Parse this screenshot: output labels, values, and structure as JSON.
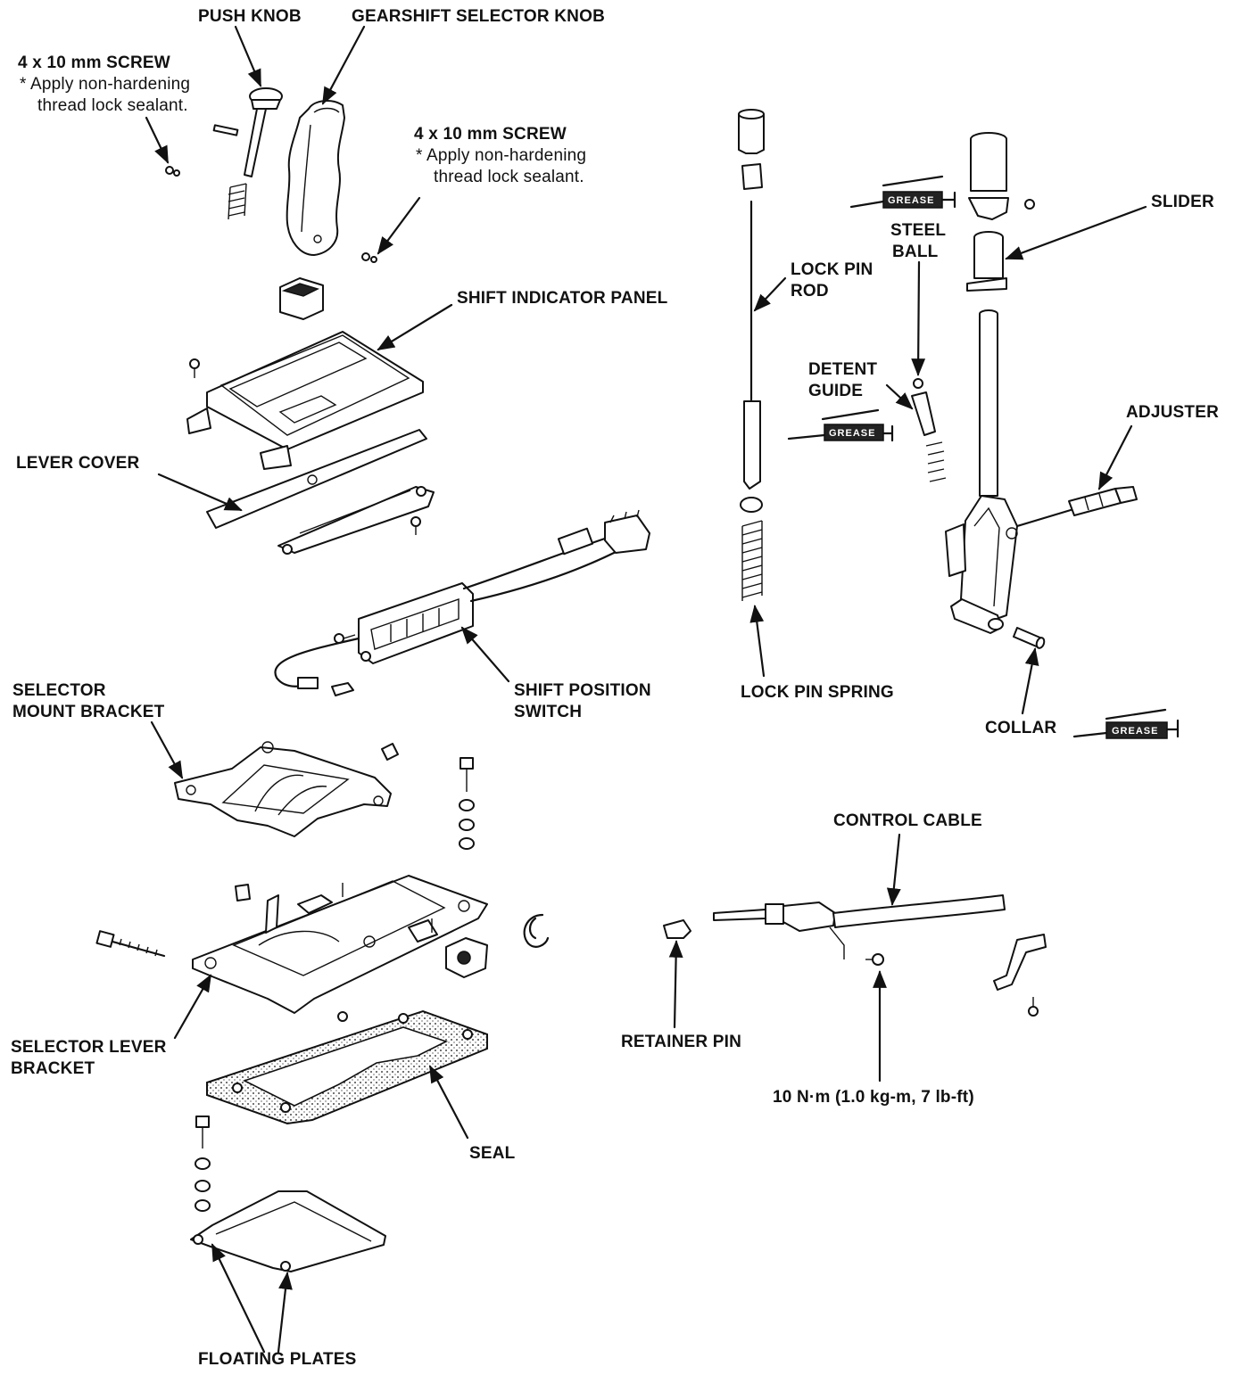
{
  "labels": {
    "push_knob": "PUSH KNOB",
    "gearshift_selector_knob": "GEARSHIFT SELECTOR KNOB",
    "screw_left_title": "4 x 10 mm SCREW",
    "screw_left_note1": "* Apply non-hardening",
    "screw_left_note2": "thread lock sealant.",
    "screw_mid_title": "4 x 10 mm SCREW",
    "screw_mid_note1": "* Apply non-hardening",
    "screw_mid_note2": "thread lock sealant.",
    "shift_indicator_panel": "SHIFT INDICATOR PANEL",
    "lever_cover": "LEVER COVER",
    "shift_position_switch_1": "SHIFT POSITION",
    "shift_position_switch_2": "SWITCH",
    "selector_mount_bracket_1": "SELECTOR",
    "selector_mount_bracket_2": "MOUNT BRACKET",
    "selector_lever_bracket_1": "SELECTOR LEVER",
    "selector_lever_bracket_2": "BRACKET",
    "seal": "SEAL",
    "floating_plates": "FLOATING PLATES",
    "lock_pin_rod_1": "LOCK PIN",
    "lock_pin_rod_2": "ROD",
    "lock_pin_spring": "LOCK PIN SPRING",
    "steel_ball_1": "STEEL",
    "steel_ball_2": "BALL",
    "detent_guide_1": "DETENT",
    "detent_guide_2": "GUIDE",
    "slider": "SLIDER",
    "adjuster": "ADJUSTER",
    "collar": "COLLAR",
    "control_cable": "CONTROL CABLE",
    "retainer_pin": "RETAINER PIN",
    "torque": "10 N·m (1.0 kg-m, 7 lb-ft)"
  },
  "grease_tag": "GREASE",
  "colors": {
    "ink": "#111111",
    "paper": "#ffffff"
  }
}
